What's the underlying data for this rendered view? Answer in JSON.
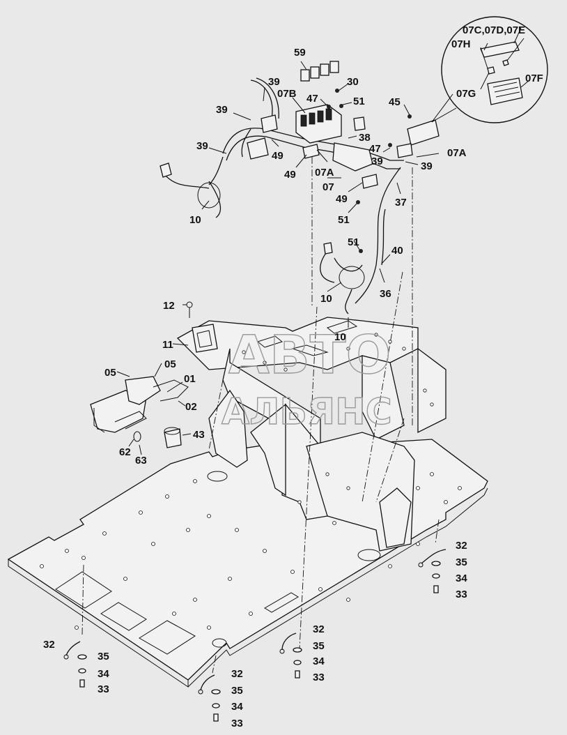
{
  "diagram": {
    "labels": {
      "l59": "59",
      "l39a": "39",
      "l07B": "07B",
      "l30": "30",
      "l47a": "47",
      "l51a": "51",
      "l45": "45",
      "l39b": "39",
      "l39c": "39",
      "l49a": "49",
      "l38": "38",
      "l47b": "47",
      "l07Aa": "07A",
      "l39d": "39",
      "l39e": "39",
      "l49b": "49",
      "l07Ab": "07A",
      "l07": "07",
      "l49c": "49",
      "l37": "37",
      "l51b": "51",
      "l10a": "10",
      "l51c": "51",
      "l40": "40",
      "l10b": "10",
      "l36": "36",
      "l10c": "10",
      "l12": "12",
      "l11": "11",
      "l05a": "05",
      "l05b": "05",
      "l01": "01",
      "l02": "02",
      "l43": "43",
      "l62": "62",
      "l63": "63",
      "l07C": "07C,07D,07E",
      "l07H": "07H",
      "l07G": "07G",
      "l07F": "07F",
      "r1_32": "32",
      "r1_35": "35",
      "r1_34": "34",
      "r1_33": "33",
      "r2_32": "32",
      "r2_35": "35",
      "r2_34": "34",
      "r2_33": "33",
      "r3_32": "32",
      "r3_35": "35",
      "r3_34": "34",
      "r3_33": "33",
      "r4_32": "32",
      "r4_35": "35",
      "r4_34": "34",
      "r4_33": "33"
    },
    "watermark": {
      "line1": "АВТО",
      "line2": "АЛЬЯНС"
    }
  }
}
